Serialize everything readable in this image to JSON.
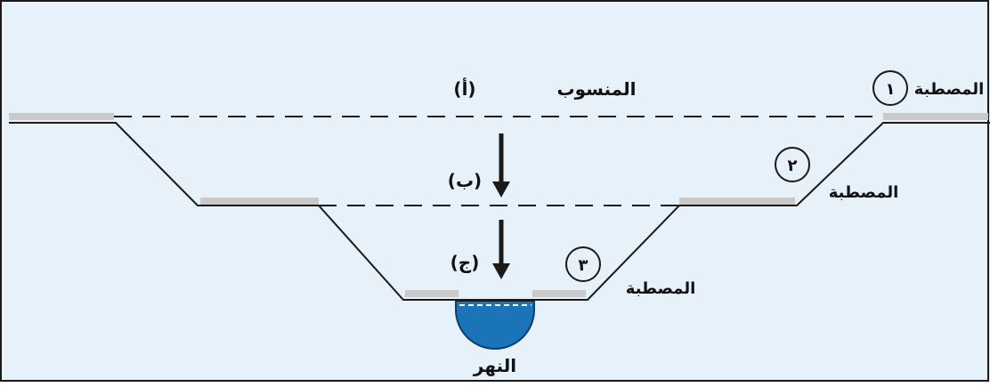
{
  "colors": {
    "background": "#e6f1fa",
    "border": "#1a1a1a",
    "line": "#1a1a1a",
    "terrace_highlight": "#c9c9c9",
    "river": "#1c74b8"
  },
  "labels": {
    "level_title": "المنسوب",
    "level_a": "(أ)",
    "level_b": "(ب)",
    "level_c": "(ج)",
    "terrace_1": "المصطبة",
    "terrace_1_num": "١",
    "terrace_2": "المصطبة",
    "terrace_2_num": "٢",
    "terrace_3": "المصطبة",
    "terrace_3_num": "٣",
    "river": "النهر"
  }
}
